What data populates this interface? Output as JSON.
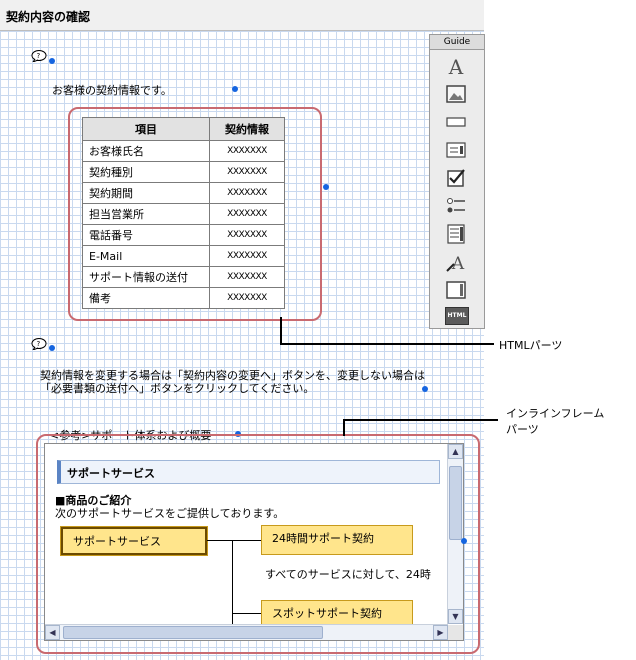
{
  "header": {
    "title": "契約内容の確認"
  },
  "intro_text": "お客様の契約情報です。",
  "table": {
    "headers": [
      "項目",
      "契約情報"
    ],
    "rows": [
      [
        "お客様氏名",
        "XXXXXXX"
      ],
      [
        "契約種別",
        "XXXXXXX"
      ],
      [
        "契約期間",
        "XXXXXXX"
      ],
      [
        "担当営業所",
        "XXXXXXX"
      ],
      [
        "電話番号",
        "XXXXXXX"
      ],
      [
        "E-Mail",
        "XXXXXXX"
      ],
      [
        "サポート情報の送付",
        "XXXXXXX"
      ],
      [
        "備考",
        "XXXXXXX"
      ]
    ]
  },
  "instruction": {
    "line1": "契約情報を変更する場合は「契約内容の変更へ」ボタンを、変更しない場合は",
    "line2": "「必要書類の送付へ」ボタンをクリックしてください。"
  },
  "reference_text": "<参考>サポート体系および概要",
  "guide": {
    "title": "Guide",
    "icons": [
      "text-icon",
      "image-icon",
      "textbox-icon",
      "form-icon",
      "checkbox-icon",
      "list-icon",
      "table-icon",
      "link-icon",
      "frame-icon",
      "html-icon"
    ],
    "html_label": "HTML"
  },
  "callouts": {
    "html_parts": "HTMLパーツ",
    "iframe_parts_line1": "インラインフレーム",
    "iframe_parts_line2": "パーツ"
  },
  "iframe": {
    "section_title": "サポートサービス",
    "product_heading": "■商品のご紹介",
    "product_desc": "次のサポートサービスをご提供しております。",
    "box_main": "サポートサービス",
    "box_24h": "24時間サポート契約",
    "desc_24h": "すべてのサービスに対して、24時",
    "box_spot": "スポットサポート契約"
  },
  "colors": {
    "grid": "#c9d9ef",
    "handle": "#1565e0",
    "highlight": "#c96a70",
    "service_box": "#ffe58c"
  }
}
